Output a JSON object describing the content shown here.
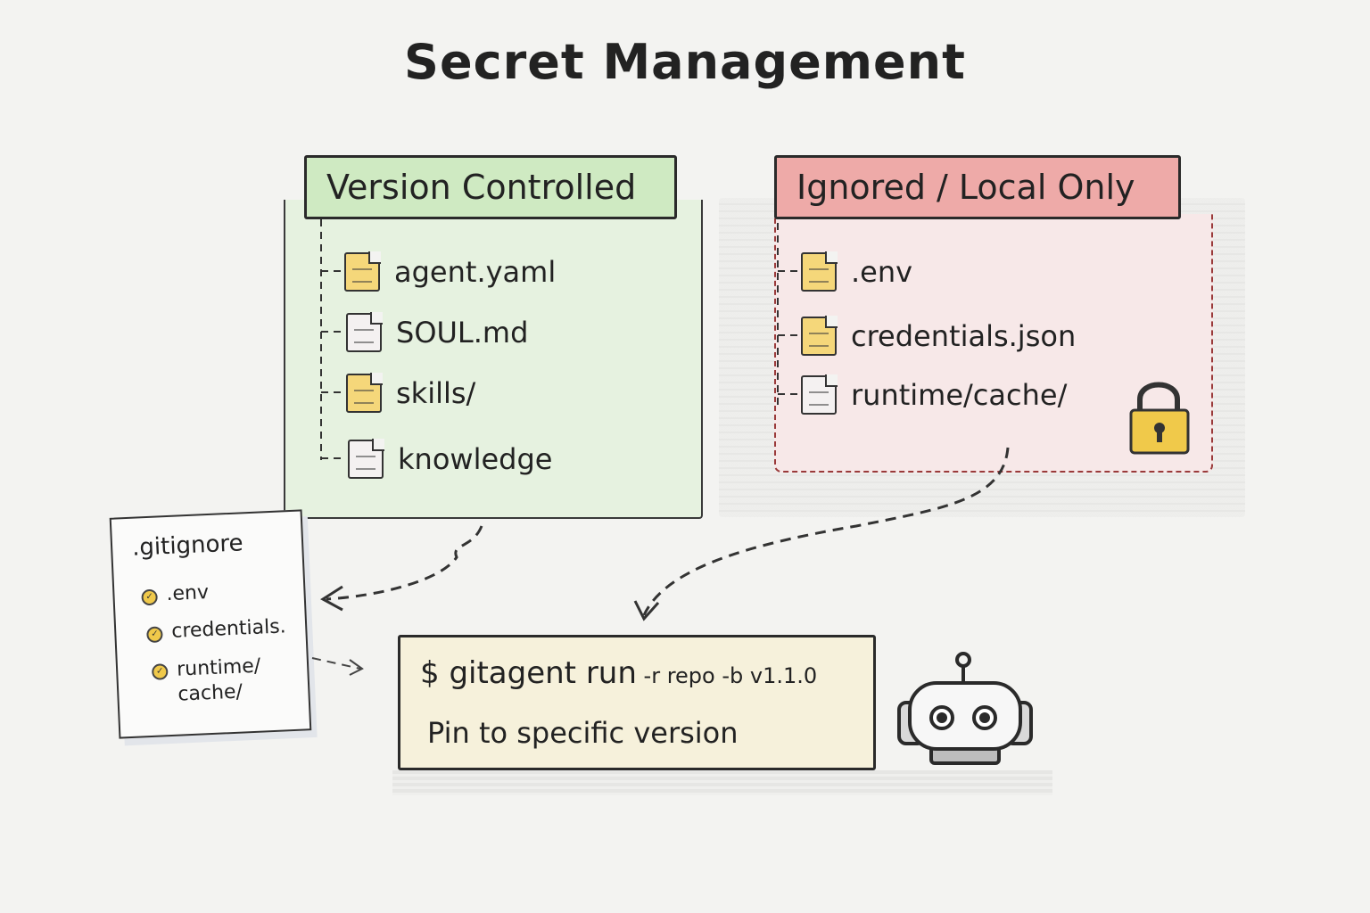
{
  "title": "Secret Management",
  "version_controlled": {
    "header": "Version Controlled",
    "items": [
      {
        "name": "agent.yaml",
        "icon": "yellow-file-icon"
      },
      {
        "name": "SOUL.md",
        "icon": "white-file-icon"
      },
      {
        "name": "skills/",
        "icon": "yellow-file-icon"
      },
      {
        "name": "knowledge",
        "icon": "white-file-icon"
      }
    ]
  },
  "ignored": {
    "header": "Ignored / Local Only",
    "items": [
      {
        "name": ".env",
        "icon": "yellow-file-icon"
      },
      {
        "name": "credentials.json",
        "icon": "yellow-file-icon"
      },
      {
        "name": "runtime/cache/",
        "icon": "white-file-icon"
      }
    ],
    "lock_icon": "padlock-icon"
  },
  "gitignore": {
    "title": ".gitignore",
    "entries": [
      ".env",
      "credentials.",
      "runtime/",
      "cache/"
    ]
  },
  "command": {
    "main": "$ gitagent run",
    "args": " -r repo -b v1.1.0",
    "description": "Pin to specific version"
  },
  "colors": {
    "version_controlled_header": "#cfeac2",
    "ignored_header": "#eeaaa8",
    "file_yellow": "#f5d77a",
    "lock_yellow": "#f0c94a"
  }
}
